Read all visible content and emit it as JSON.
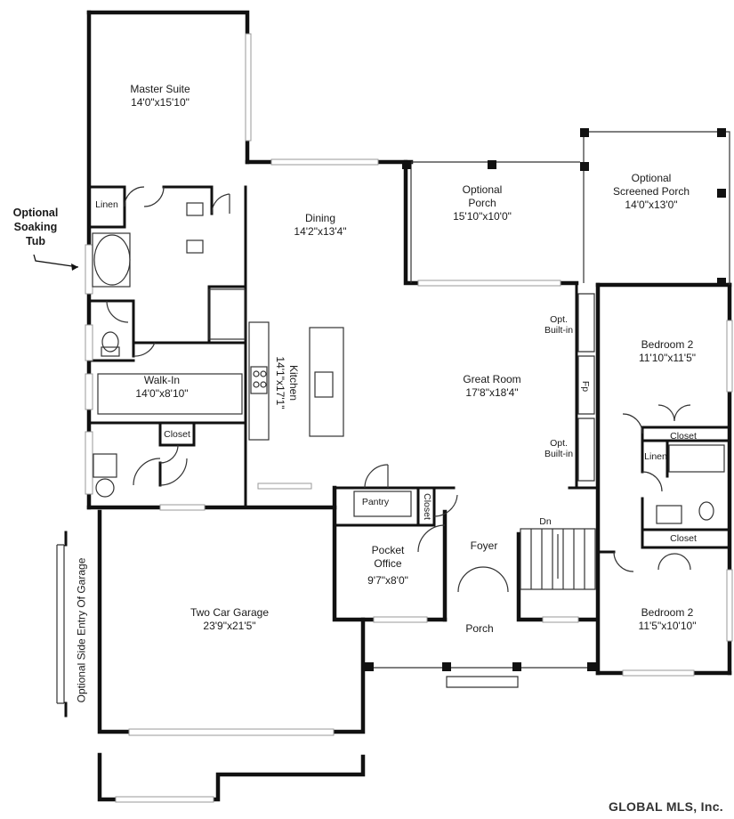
{
  "rooms": {
    "master_suite": {
      "name": "Master Suite",
      "dims": "14'0\"x15'10\""
    },
    "dining": {
      "name": "Dining",
      "dims": "14'2\"x13'4\""
    },
    "optional_porch": {
      "name_line1": "Optional",
      "name_line2": "Porch",
      "dims": "15'10\"x10'0\""
    },
    "screened_porch": {
      "name_line1": "Optional",
      "name_line2": "Screened Porch",
      "dims": "14'0\"x13'0\""
    },
    "kitchen": {
      "name": "Kitchen",
      "dims": "14'1\"x17'1\""
    },
    "great_room": {
      "name": "Great Room",
      "dims": "17'8\"x18'4\""
    },
    "bedroom_a": {
      "name": "Bedroom 2",
      "dims": "11'10\"x11'5\""
    },
    "bedroom_b": {
      "name": "Bedroom 2",
      "dims": "11'5\"x10'10\""
    },
    "walk_in": {
      "name": "Walk-In",
      "dims": "14'0\"x8'10\""
    },
    "pocket_office": {
      "name_line1": "Pocket",
      "name_line2": "Office",
      "dims": "9'7\"x8'0\""
    },
    "two_car_garage": {
      "name": "Two Car Garage",
      "dims": "23'9\"x21'5\""
    }
  },
  "labels": {
    "linen_master": "Linen",
    "closet_laundry": "Closet",
    "pantry": "Pantry",
    "closet_foyer": "Closet",
    "foyer": "Foyer",
    "porch": "Porch",
    "dn": "Dn",
    "opt_builtin_top_1": "Opt.",
    "opt_builtin_top_2": "Built-in",
    "opt_builtin_bot_1": "Opt.",
    "opt_builtin_bot_2": "Built-in",
    "fp": "Fp",
    "closet_bed_a": "Closet",
    "linen_bath": "Linen",
    "closet_bed_b": "Closet",
    "optional_soaking_1": "Optional",
    "optional_soaking_2": "Soaking",
    "optional_soaking_3": "Tub",
    "side_entry": "Optional Side Entry Of Garage"
  },
  "watermark": "GLOBAL MLS, Inc."
}
